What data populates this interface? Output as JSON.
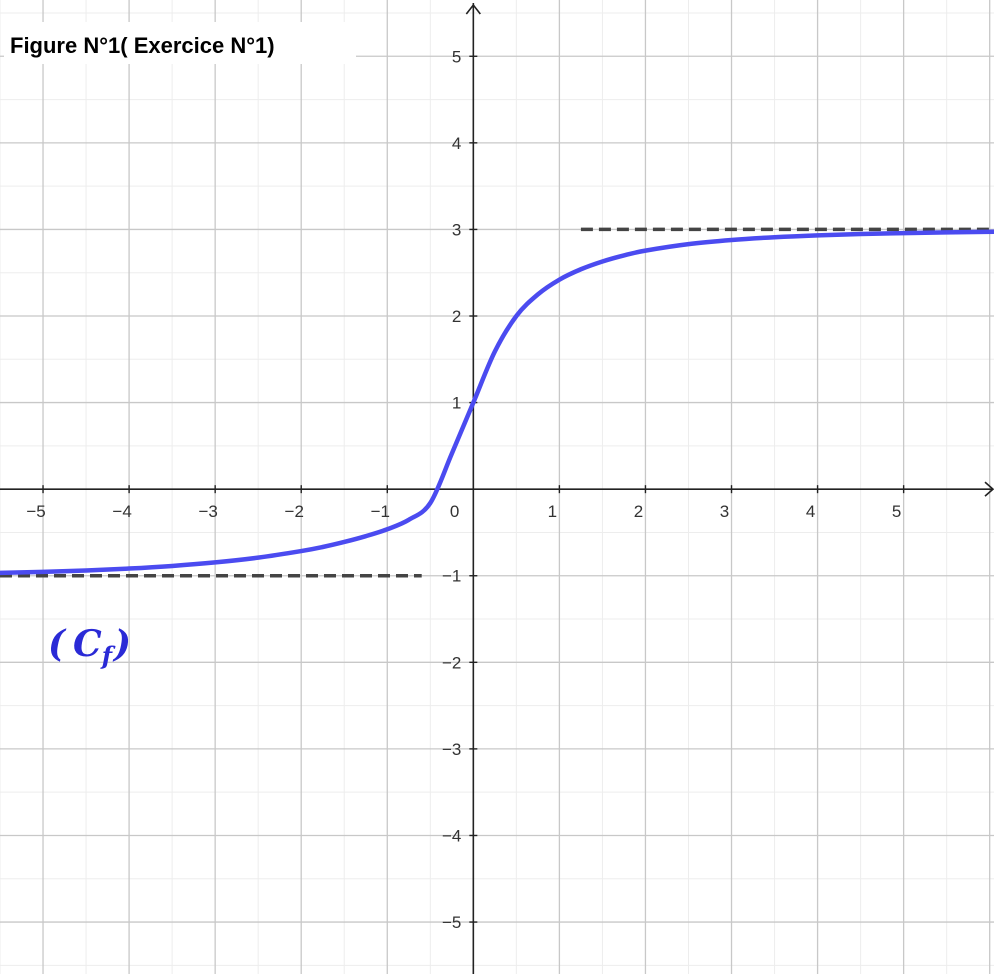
{
  "chart_data": {
    "type": "line",
    "title": "Figure N°1( Exercice N°1)",
    "xlabel": "",
    "ylabel": "",
    "xlim": [
      -5.5,
      6.05
    ],
    "ylim": [
      -5.6,
      5.65
    ],
    "grid": true,
    "x_ticks": [
      -5,
      -4,
      -3,
      -2,
      -1,
      1,
      2,
      3,
      4,
      5
    ],
    "x_tick_labels": [
      "−5",
      "−4",
      "−3",
      "−2",
      "−1",
      "1",
      "2",
      "3",
      "4",
      "5"
    ],
    "y_ticks": [
      5,
      4,
      3,
      2,
      1,
      -1,
      -2,
      -3,
      -4,
      -5
    ],
    "y_tick_labels": [
      "5",
      "4",
      "3",
      "2",
      "1",
      "−1",
      "−2",
      "−3",
      "−4",
      "−5"
    ],
    "origin_label": "0",
    "curve_label": {
      "main": "C",
      "sub": "f",
      "open": "(",
      "close": ")"
    },
    "series": [
      {
        "color": "#4b4bf0",
        "x": [
          -5.5,
          -5,
          -4.5,
          -4,
          -3.5,
          -3,
          -2.5,
          -2,
          -1.75,
          -1.5,
          -1.25,
          -1,
          -0.75,
          -0.5,
          -0.25,
          0,
          0.25,
          0.5,
          0.75,
          1,
          1.25,
          1.5,
          1.75,
          2,
          2.5,
          3,
          3.5,
          4,
          4.5,
          5,
          5.5,
          6.05
        ],
        "y": [
          -0.967,
          -0.955,
          -0.939,
          -0.917,
          -0.887,
          -0.846,
          -0.791,
          -0.715,
          -0.668,
          -0.61,
          -0.543,
          -0.463,
          -0.354,
          -0.16,
          0.41,
          1.0,
          1.59,
          2.0,
          2.25,
          2.42,
          2.54,
          2.63,
          2.7,
          2.755,
          2.83,
          2.878,
          2.91,
          2.932,
          2.947,
          2.958,
          2.966,
          2.973
        ]
      }
    ],
    "asymptotes": [
      {
        "y": 3,
        "x_from": 1.25,
        "x_to": 6.05,
        "color": "#444444",
        "style": "dashed"
      },
      {
        "y": -1,
        "x_from": -5.5,
        "x_to": -0.6,
        "color": "#444444",
        "style": "dashed"
      }
    ]
  }
}
